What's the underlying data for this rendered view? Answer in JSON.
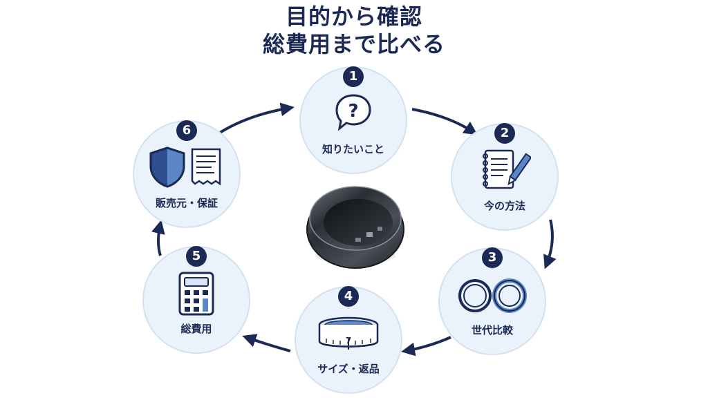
{
  "title_line1": "目的から確認",
  "title_line2": "総費用まで比べる",
  "steps": [
    {
      "num": "1",
      "label": "知りたいこと",
      "icon": "question-bubble-icon"
    },
    {
      "num": "2",
      "label": "今の方法",
      "icon": "notebook-pencil-icon"
    },
    {
      "num": "3",
      "label": "世代比較",
      "icon": "two-rings-icon"
    },
    {
      "num": "4",
      "label": "サイズ・返品",
      "icon": "ring-sizer-icon"
    },
    {
      "num": "5",
      "label": "総費用",
      "icon": "calculator-icon"
    },
    {
      "num": "6",
      "label": "販売元・保証",
      "icon": "shield-receipt-icon"
    }
  ],
  "sizer_mark": "7",
  "colors": {
    "navy": "#1b2a55",
    "circle_fill": "#eaf2fb",
    "accent_blue": "#5b86c8"
  }
}
